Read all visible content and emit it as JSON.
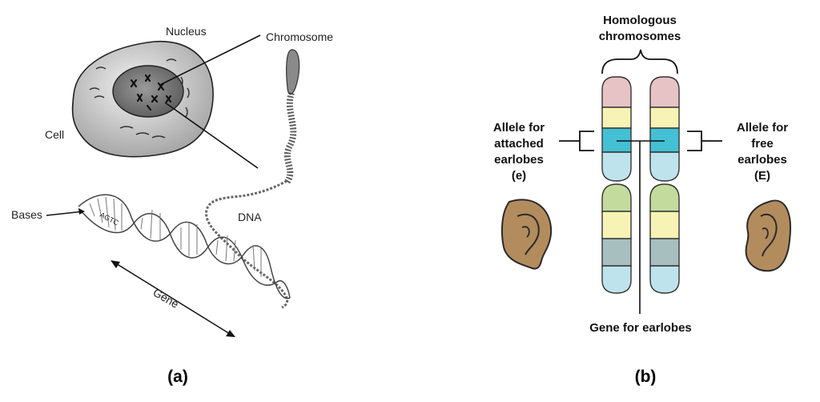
{
  "panel_a": {
    "nucleus_label": "Nucleus",
    "chromosome_label": "Chromosome",
    "cell_label": "Cell",
    "dna_label": "DNA",
    "bases_label": "Bases",
    "bases_seq": "AGTC",
    "gene_label": "Gene",
    "caption": "(a)"
  },
  "panel_b": {
    "homologous_line1": "Homologous",
    "homologous_line2": "chromosomes",
    "left_allele_line1": "Allele for",
    "left_allele_line2": "attached",
    "left_allele_line3": "earlobes",
    "left_allele_line4": "(e)",
    "right_allele_line1": "Allele for",
    "right_allele_line2": "free",
    "right_allele_line3": "earlobes",
    "right_allele_line4": "(E)",
    "gene_label": "Gene for earlobes",
    "caption": "(b)"
  },
  "colors": {
    "band_pink": "#e7c3c6",
    "band_yellow": "#f7f3b5",
    "band_teal": "#44c0d4",
    "band_lightblue": "#bfe3ec",
    "band_green": "#c3dc9e",
    "band_gray": "#a7bfbe",
    "ear_skin": "#b38c5e"
  }
}
